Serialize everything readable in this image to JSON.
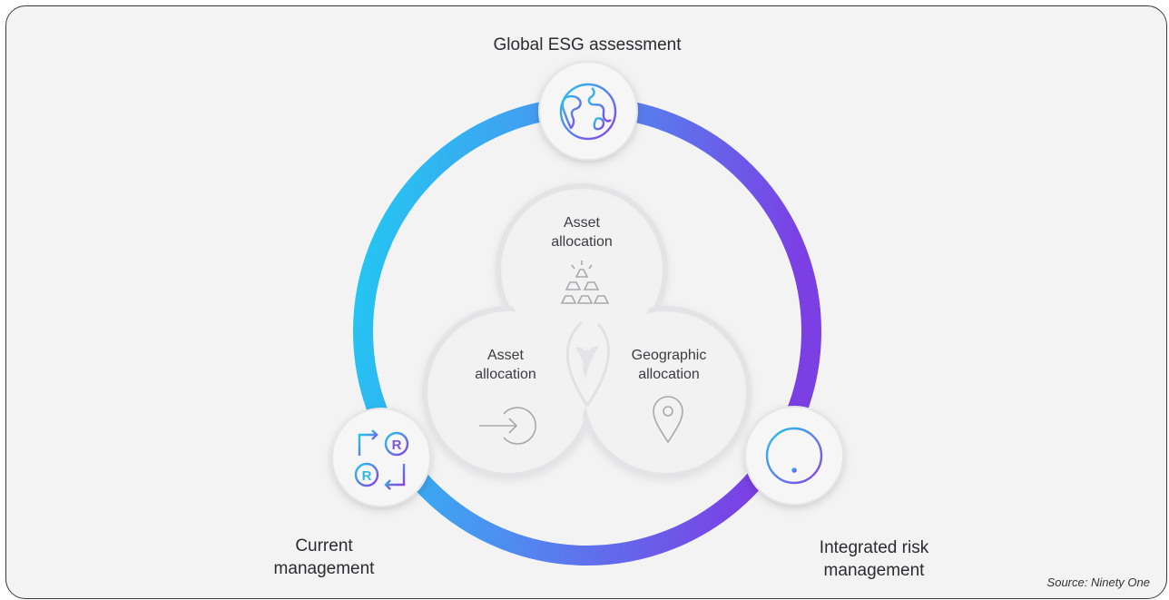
{
  "outer_nodes": {
    "top": "Global ESG assessment",
    "left": "Current\nmanagement",
    "right": "Integrated risk\nmanagement"
  },
  "inner_nodes": {
    "top": "Asset\nallocation",
    "left": "Asset\nallocation",
    "right": "Geographic\nallocation"
  },
  "icons": {
    "top": "globe-icon",
    "left": "currency-exchange-icon",
    "right": "alert-icon",
    "inner_top": "gold-bars-icon",
    "inner_left": "arrow-enter-icon",
    "inner_right": "location-pin-icon"
  },
  "colors": {
    "ring_start": "#20c4f0",
    "ring_end": "#7b3fe4",
    "background": "#f3f3f4"
  },
  "source": "Source: Ninety One"
}
